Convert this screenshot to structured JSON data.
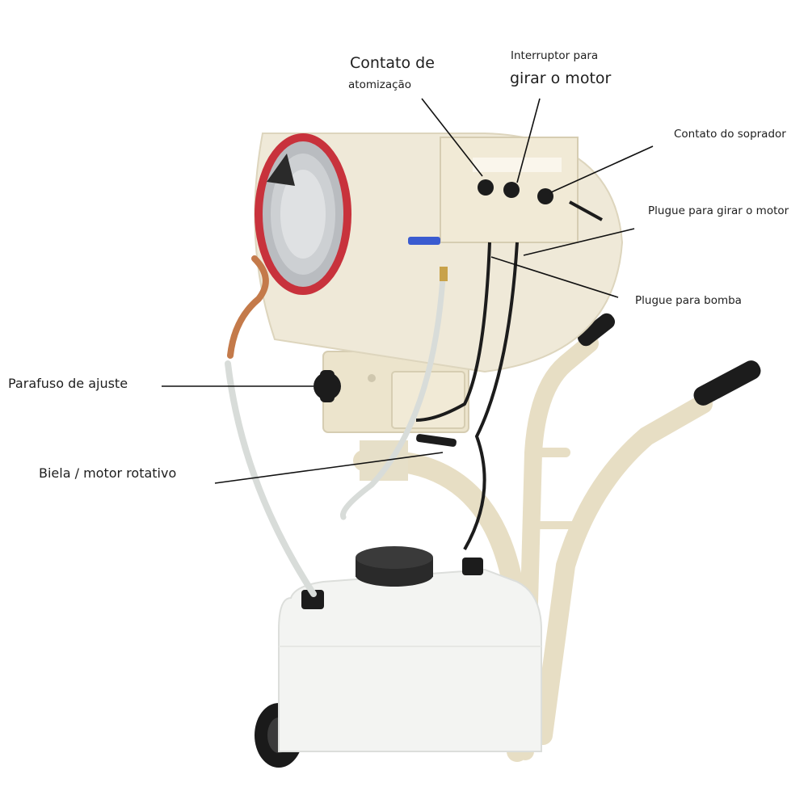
{
  "labels": {
    "contato_atomizacao_line1": "Contato de",
    "contato_atomizacao_line2": "atomização",
    "interruptor_line1": "Interruptor para",
    "interruptor_line2": "girar o motor",
    "contato_soprador": "Contato do soprador",
    "plugue_girar_motor": "Plugue para girar o motor",
    "plugue_bomba": "Plugue para bomba",
    "parafuso_ajuste": "Parafuso de ajuste",
    "biela_motor": "Biela / motor rotativo"
  },
  "colors": {
    "body_cream": "#efe9d8",
    "frame_cream": "#ece4cc",
    "ring_red": "#c8323c",
    "drum_silver": "#b9bcc0",
    "copper": "#c47a4a",
    "black_parts": "#1c1c1c",
    "tank_white": "#f3f4f2",
    "valve_blue": "#3a5bd0",
    "leader_line": "#111111"
  },
  "icons": [
    "knob-icon",
    "switch-icon",
    "tank-cap-icon",
    "wheel-icon",
    "handle-grip-icon"
  ]
}
